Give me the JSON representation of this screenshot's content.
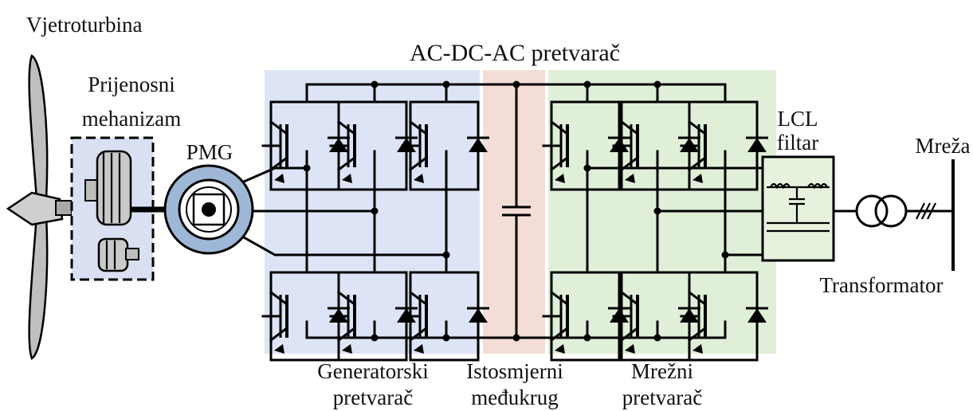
{
  "labels": {
    "turbine": "Vjetroturbina",
    "gearbox_line1": "Prijenosni",
    "gearbox_line2": "mehanizam",
    "pmg": "PMG",
    "converter": "AC-DC-AC pretvarač",
    "lcl_line1": "LCL",
    "lcl_line2": "filtar",
    "grid": "Mreža",
    "transformer": "Transformator",
    "gen_conv_line1": "Generatorski",
    "gen_conv_line2": "pretvarač",
    "dc_link_line1": "Istosmjerni",
    "dc_link_line2": "međukrug",
    "grid_conv_line1": "Mrežni",
    "grid_conv_line2": "pretvarač"
  },
  "colors": {
    "generator_side": "#dde4f5",
    "dc_link": "#f3ddd6",
    "grid_side": "#e0efd8",
    "gearbox_fill": "#d9e0f1",
    "pmg_ring": "#9fb7d6",
    "lcl_fill": "#e6f2dd"
  }
}
